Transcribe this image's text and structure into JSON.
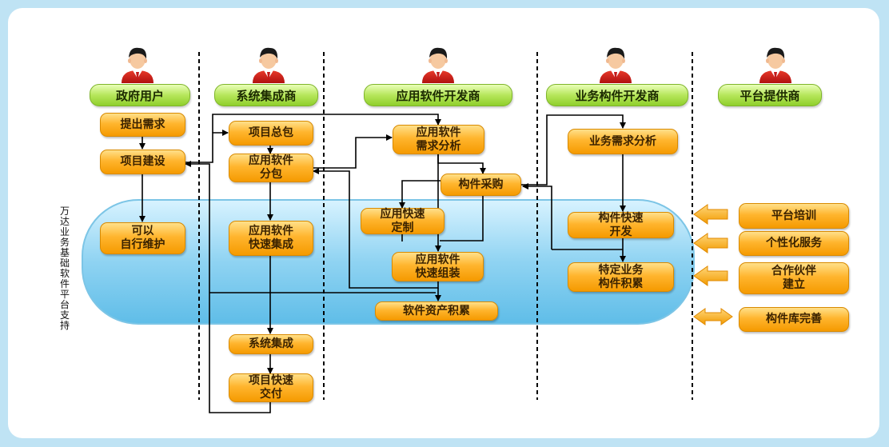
{
  "lanes": [
    {
      "label": "政府用户"
    },
    {
      "label": "系统集成商"
    },
    {
      "label": "应用软件开发商"
    },
    {
      "label": "业务构件开发商"
    },
    {
      "label": "平台提供商"
    }
  ],
  "band_label": "万达业务基础软件平台支持",
  "nodes": {
    "propose_requirement": "提出需求",
    "project_construction": "项目建设",
    "self_maintain": "可以\n自行维护",
    "project_general_contract": "项目总包",
    "app_software_subcontract": "应用软件\n分包",
    "app_software_rapid_integration": "应用软件\n快速集成",
    "system_integration": "系统集成",
    "project_rapid_delivery": "项目快速\n交付",
    "app_requirement_analysis": "应用软件\n需求分析",
    "component_procurement": "构件采购",
    "app_rapid_customization": "应用快速\n定制",
    "app_rapid_assembly": "应用软件\n快速组装",
    "software_asset_accumulation": "软件资产积累",
    "business_requirement_analysis": "业务需求分析",
    "component_rapid_development": "构件快速\n开发",
    "specific_business_component_accumulation": "特定业务\n构件积累",
    "platform_training": "平台培训",
    "personalized_service": "个性化服务",
    "partner_establishment": "合作伙伴\n建立",
    "component_library_improvement": "构件库完善"
  },
  "colors": {
    "node_orange": "#f7a600",
    "lane_green": "#9fd63a",
    "band_blue": "#8fd3f2",
    "frame_blue": "#bfe3f4",
    "connector": "#000000",
    "side_arrow": "#f5a623"
  }
}
